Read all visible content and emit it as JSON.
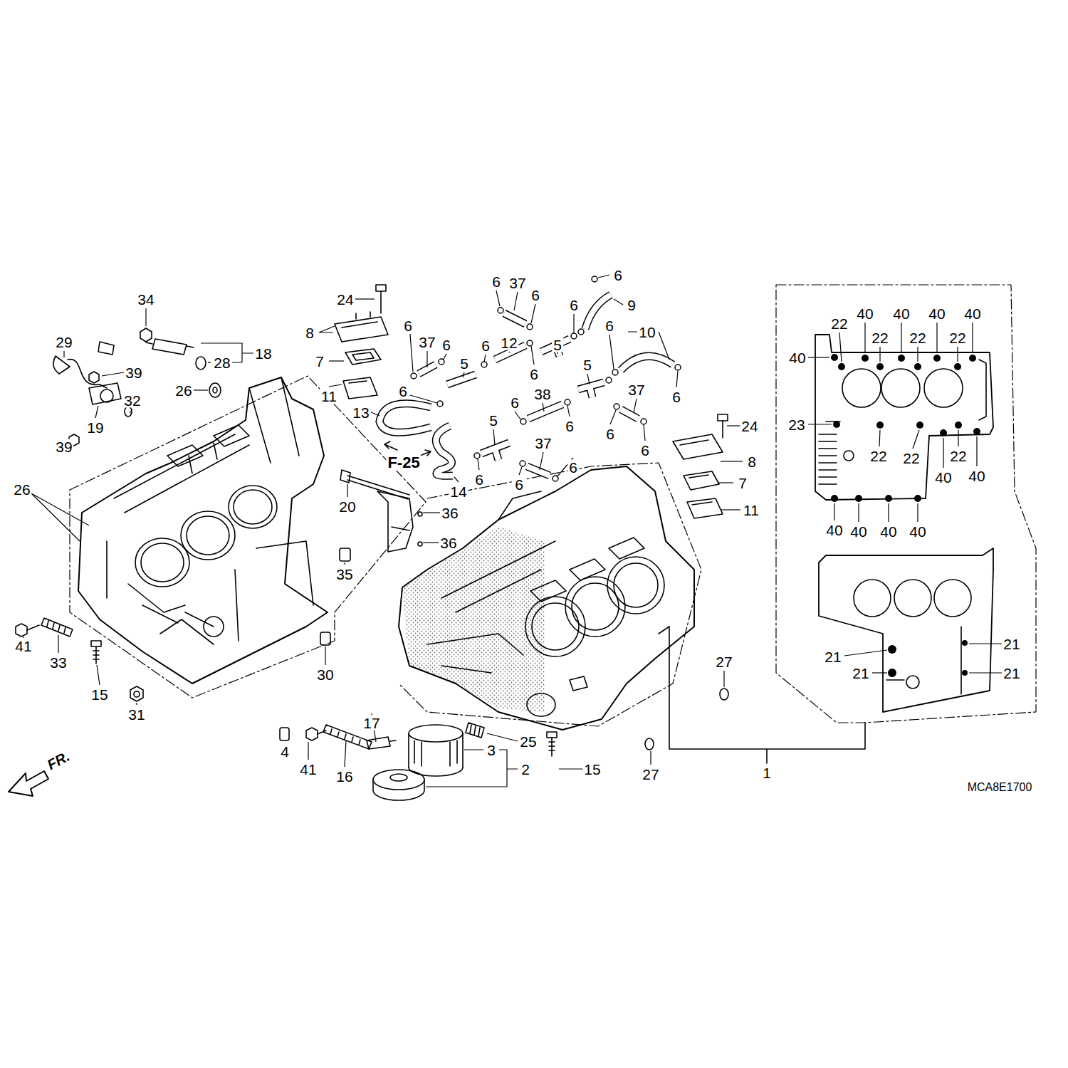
{
  "diagram": {
    "labels": [
      "34",
      "24",
      "6",
      "37",
      "6",
      "6",
      "9",
      "29",
      "18",
      "28",
      "39",
      "8",
      "6",
      "37",
      "6",
      "6",
      "12",
      "6",
      "5",
      "6",
      "10",
      "7",
      "5",
      "6",
      "5",
      "6",
      "37",
      "32",
      "26",
      "11",
      "6",
      "38",
      "6",
      "13",
      "19",
      "6",
      "6",
      "5",
      "24",
      "39",
      "37",
      "6",
      "8",
      "F-25",
      "6",
      "6",
      "6",
      "7",
      "14",
      "26",
      "20",
      "36",
      "11",
      "36",
      "35",
      "41",
      "33",
      "30",
      "15",
      "31",
      "27",
      "17",
      "25",
      "3",
      "4",
      "41",
      "2",
      "15",
      "16",
      "27",
      "1",
      "FR.",
      "MCA8E1700",
      "22",
      "40",
      "40",
      "40",
      "40",
      "40",
      "22",
      "22",
      "22",
      "23",
      "22",
      "22",
      "22",
      "40",
      "40",
      "40",
      "40",
      "40",
      "40",
      "21",
      "21",
      "21",
      "21"
    ]
  }
}
